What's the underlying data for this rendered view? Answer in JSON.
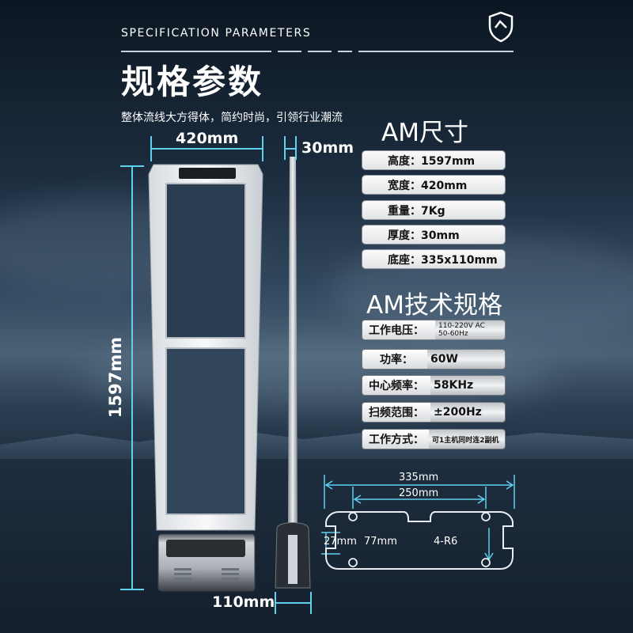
{
  "header": {
    "eyebrow": "SPECIFICATION PARAMETERS",
    "title": "规格参数",
    "subtitle": "整体流线大方得体，简约时尚，引领行业潮流",
    "logo_icon": "shield-icon"
  },
  "dimensions": {
    "width": "420mm",
    "thickness": "30mm",
    "height": "1597mm",
    "base_depth": "110mm"
  },
  "size_section": {
    "title": "AM尺寸",
    "items": [
      {
        "label": "高度：1597mm"
      },
      {
        "label": "宽度：420mm"
      },
      {
        "label": "重量：7Kg"
      },
      {
        "label": "厚度：30mm"
      },
      {
        "label": "底座：335x110mm"
      }
    ]
  },
  "tech_section": {
    "title": "AM技术规格",
    "items": [
      {
        "label": "工作电压：",
        "value": "110-220V AC",
        "value2": "50-60Hz"
      },
      {
        "label": "功率：",
        "value": "60W"
      },
      {
        "label": "中心频率：",
        "value": "58KHz"
      },
      {
        "label": "扫频范围：",
        "value": "±200Hz"
      },
      {
        "label": "工作方式：",
        "value": "可1主机同时连2副机"
      }
    ]
  },
  "base_diagram": {
    "outer_width": "335mm",
    "hole_spacing": "250mm",
    "edge_offset": "27mm",
    "hole_depth": "77mm",
    "hole_spec": "4-R6"
  },
  "colors": {
    "accent": "#5fd0ee",
    "text": "#ffffff"
  }
}
